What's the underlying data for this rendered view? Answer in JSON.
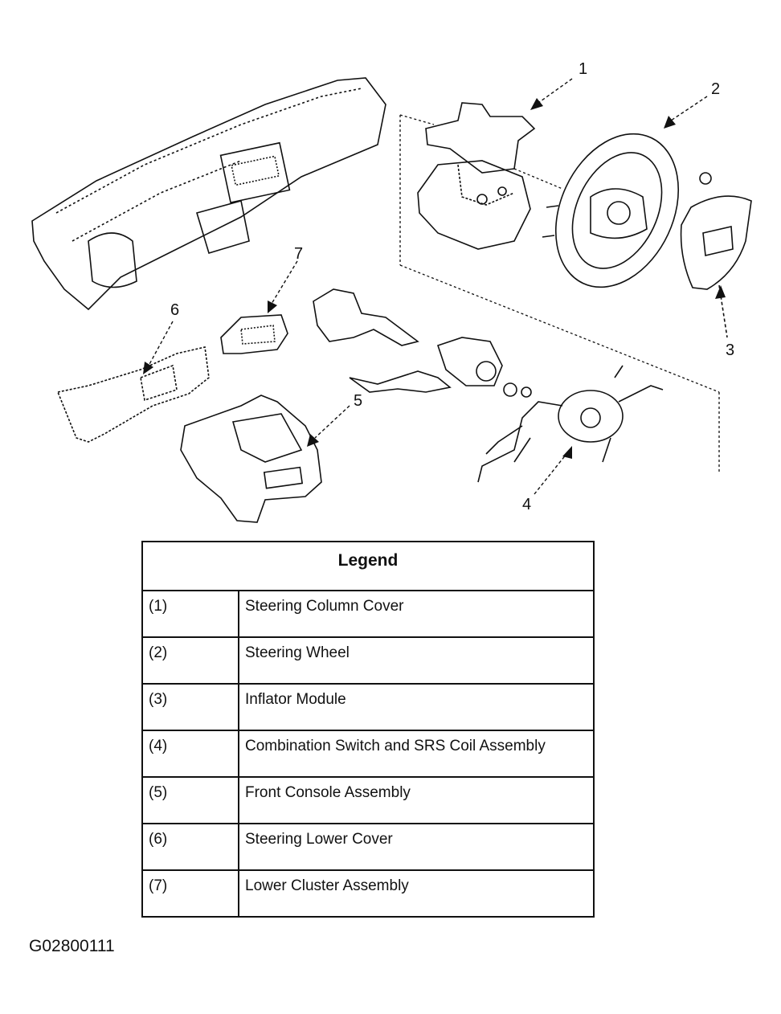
{
  "callouts": [
    "1",
    "2",
    "3",
    "4",
    "5",
    "6",
    "7"
  ],
  "legend": {
    "title": "Legend",
    "rows": [
      {
        "num": "(1)",
        "desc": "Steering Column Cover"
      },
      {
        "num": "(2)",
        "desc": "Steering Wheel"
      },
      {
        "num": "(3)",
        "desc": "Inflator Module"
      },
      {
        "num": "(4)",
        "desc": "Combination Switch and SRS Coil Assembly"
      },
      {
        "num": "(5)",
        "desc": "Front Console Assembly"
      },
      {
        "num": "(6)",
        "desc": "Steering Lower Cover"
      },
      {
        "num": "(7)",
        "desc": "Lower Cluster Assembly"
      }
    ]
  },
  "figure_id": "G02800111"
}
